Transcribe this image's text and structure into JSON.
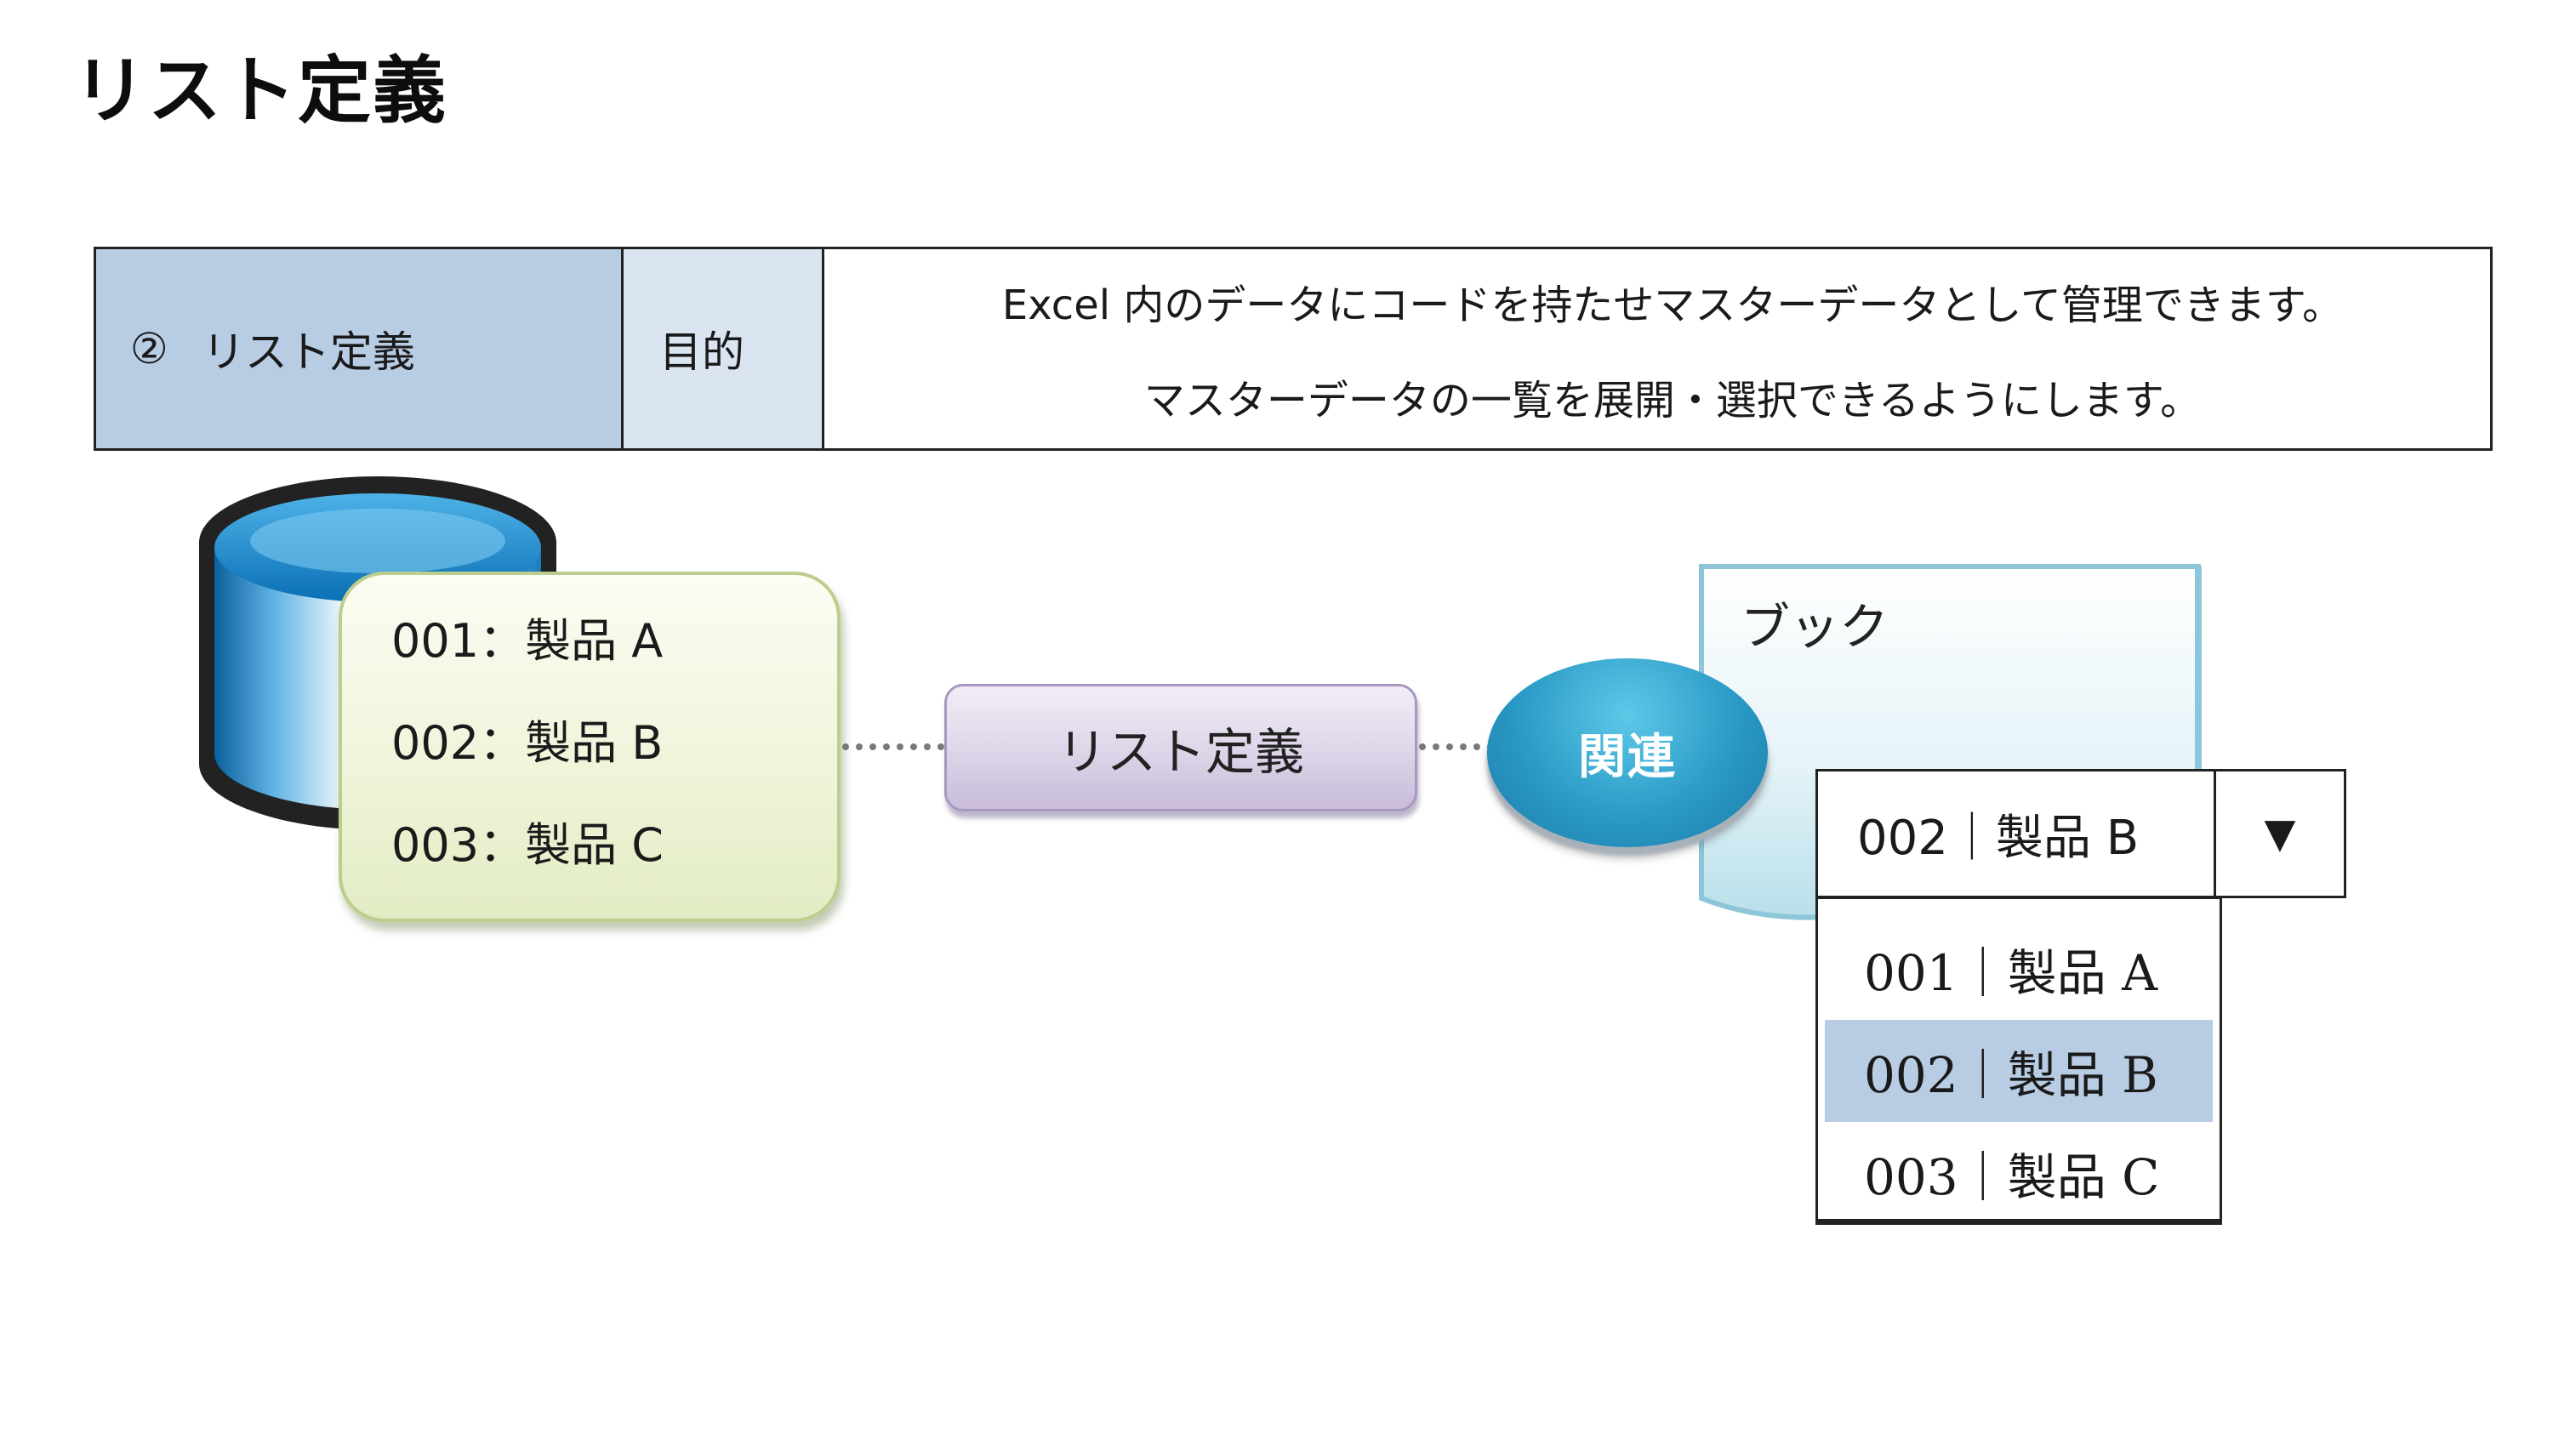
{
  "title": "リスト定義",
  "summary": {
    "number": "②",
    "name": "リスト定義",
    "label": "目的",
    "lines": [
      "Excel 内のデータにコードを持たせマスターデータとして管理できます。",
      "マスターデータの一覧を展開・選択できるようにします。"
    ]
  },
  "records": [
    "001：製品 A",
    "002：製品 B",
    "003：製品 C"
  ],
  "list_def_label": "リスト定義",
  "relation_label": "関連",
  "book_label": "ブック",
  "combo": {
    "value": "002｜製品 B",
    "arrow": "▼"
  },
  "options": [
    "001｜製品 A",
    "002｜製品 B",
    "003｜製品 C"
  ],
  "selected_option_index": 1,
  "colors": {
    "name_cell": "#b8cce4",
    "label_cell": "#dbe5f1",
    "relation": "#2a9ac6",
    "card_border": "#bccd8e",
    "pill": "#ddd4e8",
    "selected_option": "#b8cce4"
  }
}
